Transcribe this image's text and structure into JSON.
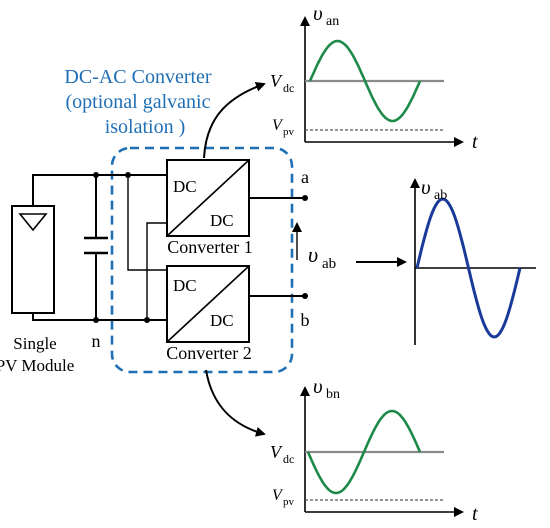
{
  "diagram": {
    "title_line1": "DC-AC Converter",
    "title_line2": "(optional galvanic",
    "title_line3": "isolation )",
    "pv_label_line1": "Single",
    "pv_label_line2": "PV Module",
    "node_n": "n",
    "node_a": "a",
    "node_b": "b",
    "converter1": {
      "dc_in": "DC",
      "dc_out": "DC",
      "label": "Converter 1"
    },
    "converter2": {
      "dc_in": "DC",
      "dc_out": "DC",
      "label": "Converter 2"
    },
    "vab_symbol": "υ",
    "vab_sub": "ab"
  },
  "graphs": {
    "van": {
      "symbol": "υ",
      "sub": "an",
      "vdc": "V",
      "vdc_sub": "dc",
      "vpv": "V",
      "vpv_sub": "pv",
      "t": "t"
    },
    "vab": {
      "symbol": "υ",
      "sub": "ab"
    },
    "vbn": {
      "symbol": "υ",
      "sub": "bn",
      "vdc": "V",
      "vdc_sub": "dc",
      "vpv": "V",
      "vpv_sub": "pv",
      "t": "t"
    }
  },
  "colors": {
    "accent_blue": "#1f6fb5",
    "wave_green": "#1e8a4a",
    "wave_blue": "#1a3a9a",
    "vdc_gray": "#8a8a8a"
  }
}
